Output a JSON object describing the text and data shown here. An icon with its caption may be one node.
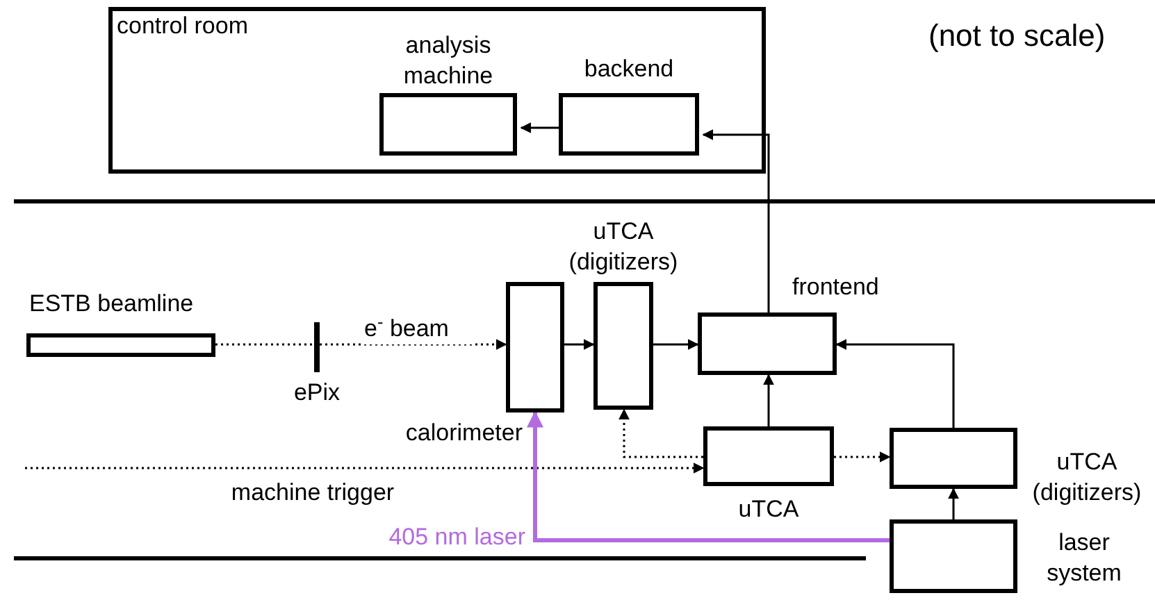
{
  "diagram": {
    "nodes": [
      {
        "text": [
          "control room"
        ]
      },
      {
        "text": [
          "analysis machine"
        ],
        "in": 0
      },
      {
        "text": [
          "backend"
        ],
        "in": 0
      },
      {
        "text": [
          "ESTB beamline"
        ]
      },
      {
        "text": [
          "ePix"
        ]
      },
      {
        "text": [
          "calorimeter"
        ]
      },
      {
        "text": [
          "uTCA (digitizers)"
        ]
      },
      {
        "text": [
          "frontend"
        ]
      },
      {
        "text": [
          "uTCA"
        ]
      },
      {
        "text": [
          "uTCA (digitizers)"
        ]
      },
      {
        "text": [
          "laser system"
        ]
      }
    ],
    "edges": [
      {
        "from": 2,
        "to": 1,
        "arrow": "to"
      },
      {
        "from": 7,
        "to": 2,
        "arrow": "to"
      },
      {
        "from": 3,
        "to": 4,
        "arrow": "none",
        "style": "dashed"
      },
      {
        "from": 4,
        "to": 5,
        "arrow": "to",
        "style": "dashed",
        "label": "e$^{-}$ beam"
      },
      {
        "from": 5,
        "to": 6,
        "arrow": "to"
      },
      {
        "from": 6,
        "to": 7,
        "arrow": "to"
      },
      {
        "from": 8,
        "to": 7,
        "arrow": "to"
      },
      {
        "from": 9,
        "to": 7,
        "arrow": "to"
      },
      {
        "from": null,
        "to": 8,
        "arrow": "to",
        "style": "dashed",
        "label": "machine trigger"
      },
      {
        "from": 8,
        "to": 6,
        "arrow": "to",
        "style": "dashed"
      },
      {
        "from": 8,
        "to": 9,
        "arrow": "to",
        "style": "dashed"
      },
      {
        "from": 10,
        "to": 9,
        "arrow": "to"
      },
      {
        "from": 10,
        "to": 5,
        "arrow": "to",
        "style": "thick",
        "color": "#b36be0",
        "label": "405 nm laser"
      }
    ],
    "labels": [
      "(not to scale)"
    ]
  }
}
